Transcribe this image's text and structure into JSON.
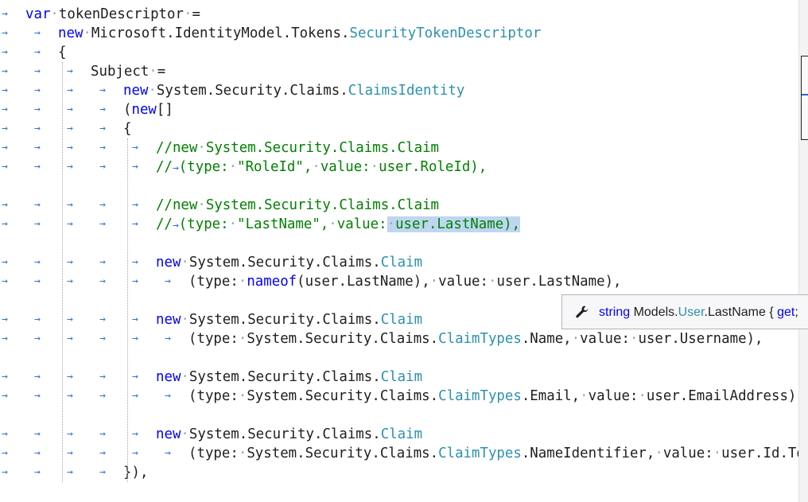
{
  "code_lines": [
    {
      "tabs": 0,
      "text": "var·tokenDescriptor·="
    },
    {
      "tabs": 1,
      "text": "new·Microsoft.IdentityModel.Tokens.SecurityTokenDescriptor"
    },
    {
      "tabs": 1,
      "text": "{"
    },
    {
      "tabs": 2,
      "text": "Subject·="
    },
    {
      "tabs": 3,
      "text": "new·System.Security.Claims.ClaimsIdentity"
    },
    {
      "tabs": 3,
      "text": "(new[]"
    },
    {
      "tabs": 3,
      "text": "{"
    },
    {
      "tabs": 4,
      "text": "//new·System.Security.Claims.Claim"
    },
    {
      "tabs": 4,
      "text": "//→(type:·\"RoleId\",·value:·user.RoleId),"
    },
    {
      "tabs": 0,
      "text": ""
    },
    {
      "tabs": 4,
      "text": "//new·System.Security.Claims.Claim"
    },
    {
      "tabs": 4,
      "text": "//→(type:·\"LastName\",·value:·user.LastName),"
    },
    {
      "tabs": 0,
      "text": ""
    },
    {
      "tabs": 4,
      "text": "new·System.Security.Claims.Claim"
    },
    {
      "tabs": 5,
      "text": "(type:·nameof(user.LastName),·value:·user.LastName),"
    },
    {
      "tabs": 0,
      "text": ""
    },
    {
      "tabs": 4,
      "text": "new·System.Security.Claims.Claim"
    },
    {
      "tabs": 5,
      "text": "(type:·System.Security.Claims.ClaimTypes.Name,·value:·user.Username),"
    },
    {
      "tabs": 0,
      "text": ""
    },
    {
      "tabs": 4,
      "text": "new·System.Security.Claims.Claim"
    },
    {
      "tabs": 5,
      "text": "(type:·System.Security.Claims.ClaimTypes.Email,·value:·user.EmailAddress),"
    },
    {
      "tabs": 0,
      "text": ""
    },
    {
      "tabs": 4,
      "text": "new·System.Security.Claims.Claim"
    },
    {
      "tabs": 5,
      "text": "(type:·System.Security.Claims.ClaimTypes.NameIdentifier,·value:·user.Id.To"
    },
    {
      "tabs": 3,
      "text": "}),"
    }
  ],
  "selection": {
    "line": 11,
    "text": "·user.LastName),"
  },
  "quick_info": {
    "icon": "wrench-icon",
    "keyword": "string",
    "namespace": "Models.",
    "type": "User",
    "member": ".LastName { ",
    "accessor": "get",
    "tail": ";"
  },
  "colors": {
    "keyword": "#0000ff",
    "type": "#2b91af",
    "comment": "#008000",
    "text": "#1e1e1e",
    "whitespace_marker": "#2b6fd6",
    "selection": "#bfd6f1"
  }
}
